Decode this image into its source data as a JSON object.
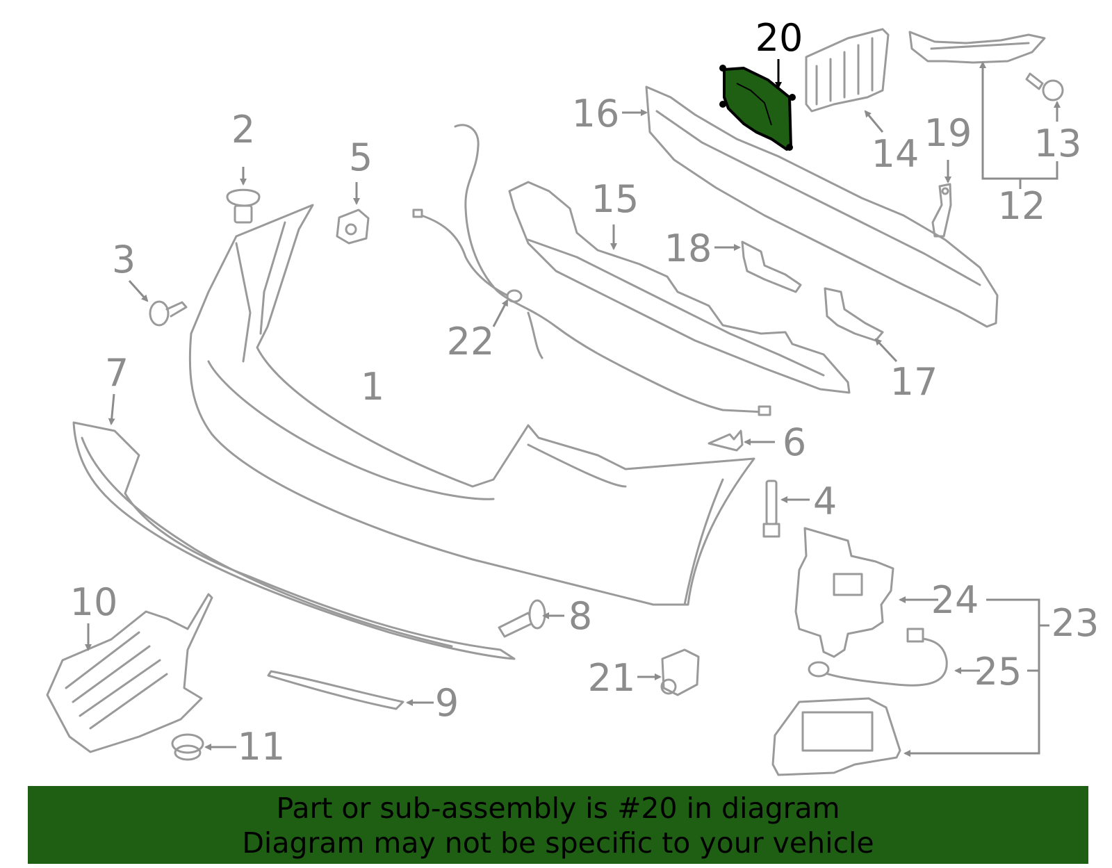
{
  "highlighted_part": "20",
  "colors": {
    "highlight": "#1e5f14",
    "lines": "#9a9a9a",
    "banner_text": "#000000"
  },
  "callouts": {
    "c1": "1",
    "c2": "2",
    "c3": "3",
    "c4": "4",
    "c5": "5",
    "c6": "6",
    "c7": "7",
    "c8": "8",
    "c9": "9",
    "c10": "10",
    "c11": "11",
    "c12": "12",
    "c13": "13",
    "c14": "14",
    "c15": "15",
    "c16": "16",
    "c17": "17",
    "c18": "18",
    "c19": "19",
    "c20": "20",
    "c21": "21",
    "c22": "22",
    "c23": "23",
    "c24": "24",
    "c25": "25"
  },
  "banner": {
    "line1": "Part or sub-assembly is #20 in diagram",
    "line2": "Diagram may not be specific to your vehicle"
  }
}
